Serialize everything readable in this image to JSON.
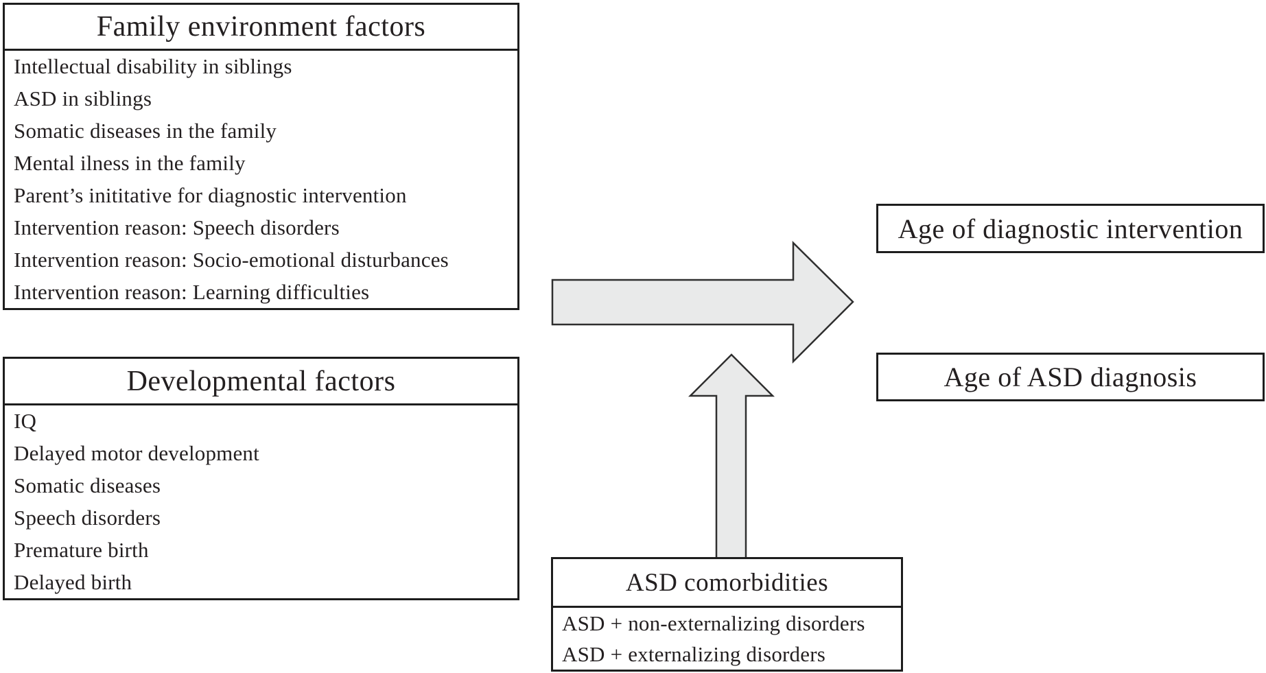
{
  "colors": {
    "background": "#ffffff",
    "border": "#1d1d1d",
    "text": "#231f20",
    "arrow_fill": "#e9eaea",
    "arrow_stroke": "#2f2f2f"
  },
  "boxes": {
    "family": {
      "title": "Family environment factors",
      "items": [
        "Intellectual disability in siblings",
        "ASD in siblings",
        "Somatic diseases in the family",
        "Mental ilness in the family",
        "Parent’s inititative for diagnostic intervention",
        "Intervention reason: Speech disorders",
        "Intervention reason: Socio-emotional disturbances",
        "Intervention reason: Learning difficulties"
      ]
    },
    "developmental": {
      "title": "Developmental factors",
      "items": [
        "IQ",
        "Delayed motor development",
        "Somatic diseases",
        "Speech disorders",
        "Premature birth",
        "Delayed birth"
      ]
    },
    "comorbidities": {
      "title": "ASD comorbidities",
      "items": [
        "ASD + non-externalizing disorders",
        "ASD + externalizing disorders"
      ]
    },
    "outcomes": {
      "top": "Age of diagnostic intervention",
      "bottom": "Age of ASD diagnosis"
    }
  },
  "arrows": [
    {
      "name": "factors-to-outcomes-arrow",
      "direction": "right"
    },
    {
      "name": "comorbidities-to-arrow",
      "direction": "up"
    }
  ]
}
